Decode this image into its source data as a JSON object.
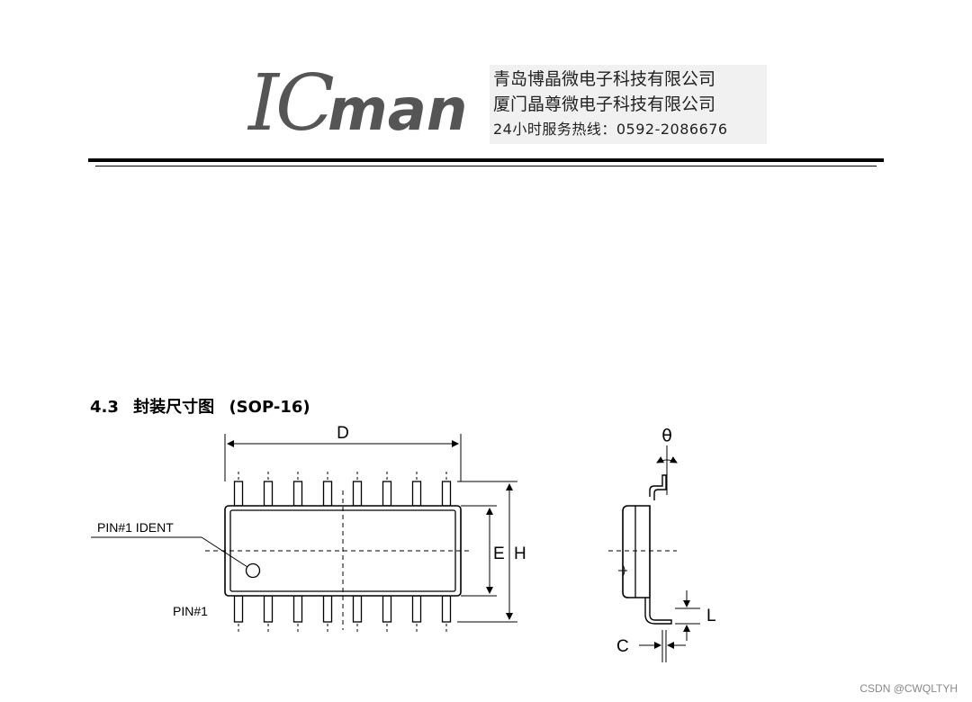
{
  "header": {
    "logo_text": "ICman",
    "company_lines": [
      "青岛博晶微电子科技有限公司",
      "厦门晶尊微电子科技有限公司",
      "24小时服务热线：0592-2086676"
    ]
  },
  "section": {
    "number": "4.3",
    "title": "封装尺寸图",
    "package": "(SOP-16)"
  },
  "top_view": {
    "dim_d": "D",
    "dim_e": "E",
    "dim_h": "H",
    "pin1_ident_label": "PIN#1 IDENT",
    "pin1_label": "PIN#1",
    "pins_per_side": 8
  },
  "side_view": {
    "theta_label": "θ",
    "dim_l": "L",
    "dim_c": "C"
  },
  "watermark": "CSDN @CWQLTYH"
}
